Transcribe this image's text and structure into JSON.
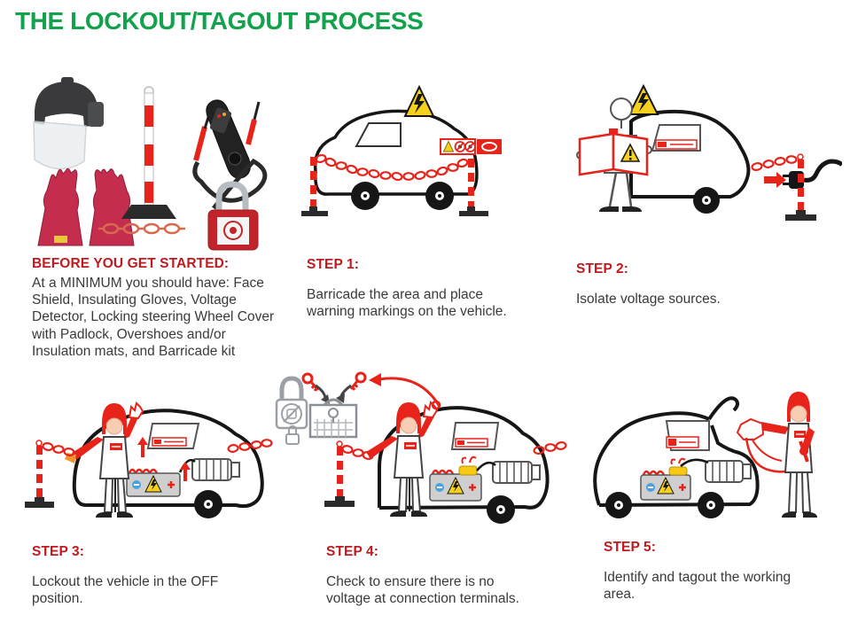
{
  "page": {
    "title": "THE LOCKOUT/TAGOUT PROCESS"
  },
  "colors": {
    "title_green": "#12a24b",
    "heading_red": "#c01a1e",
    "body_text": "#3a3a3a",
    "illustration_red": "#e8231a",
    "warning_yellow": "#f6d01c",
    "background": "#ffffff"
  },
  "panels": [
    {
      "id": "before-you-get-started",
      "heading": "BEFORE YOU GET STARTED:",
      "body": "At a MINIMUM you should have: Face Shield, Insulating Gloves, Voltage Detector, Locking steering Wheel Cover with Padlock, Overshoes and/or Insulation mats, and Barricade kit",
      "illustration": "safety-equipment",
      "equipment_icons": [
        "face-shield",
        "insulating-gloves",
        "barricade-post",
        "barricade-chain",
        "voltage-detector",
        "padlock"
      ]
    },
    {
      "id": "step-1",
      "heading": "STEP 1:",
      "body": "Barricade the area and place warning markings on the vehicle.",
      "illustration": "car-barricaded-with-warning-signs"
    },
    {
      "id": "step-2",
      "heading": "STEP 2:",
      "body": "Isolate voltage sources.",
      "illustration": "worker-reading-manual-car-unplugged"
    },
    {
      "id": "step-3",
      "heading": "STEP 3:",
      "body": "Lockout the vehicle in the OFF position.",
      "illustration": "worker-lockout-vehicle-off"
    },
    {
      "id": "step-4",
      "heading": "STEP 4:",
      "body": "Check to ensure there is no voltage at connection terminals.",
      "illustration": "worker-check-voltage-lockbox-keys"
    },
    {
      "id": "step-5",
      "heading": "STEP 5:",
      "body": "Identify and tagout the working area.",
      "illustration": "worker-tagout-working-area"
    }
  ]
}
